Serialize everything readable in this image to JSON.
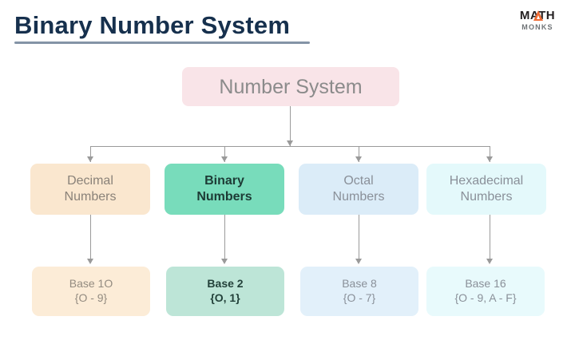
{
  "page": {
    "title": "Binary Number System",
    "background": "#ffffff",
    "title_color": "#16304d",
    "underline_color": "#8494a6"
  },
  "logo": {
    "name": "math-monks-logo",
    "top_text": "MATH",
    "bottom_text": "MONKS",
    "accent_color": "#ef6b33"
  },
  "diagram": {
    "type": "tree",
    "root": {
      "id": "number-system",
      "label": "Number System",
      "fill": "#f9e4e8",
      "text_color": "#8b8b8b",
      "highlighted": false
    },
    "categories": [
      {
        "id": "decimal",
        "label_line1": "Decimal",
        "label_line2": "Numbers",
        "fill": "#fae7cf",
        "text_color": "#8a8279",
        "highlighted": false
      },
      {
        "id": "binary",
        "label_line1": "Binary",
        "label_line2": "Numbers",
        "fill": "#78dcbb",
        "text_color": "#1d3b35",
        "highlighted": true
      },
      {
        "id": "octal",
        "label_line1": "Octal",
        "label_line2": "Numbers",
        "fill": "#dbecf8",
        "text_color": "#8a9099",
        "highlighted": false
      },
      {
        "id": "hexadecimal",
        "label_line1": "Hexadecimal",
        "label_line2": "Numbers",
        "fill": "#e4f9fb",
        "text_color": "#8a9099",
        "highlighted": false
      }
    ],
    "bases": [
      {
        "id": "base-10",
        "label_line1": "Base 1O",
        "label_line2": "{O - 9}",
        "fill": "#fcecd7",
        "text_color": "#938b80",
        "highlighted": false
      },
      {
        "id": "base-2",
        "label_line1": "Base 2",
        "label_line2": "{O, 1}",
        "fill": "#bde5d7",
        "text_color": "#23413a",
        "highlighted": true
      },
      {
        "id": "base-8",
        "label_line1": "Base 8",
        "label_line2": "{O - 7}",
        "fill": "#e2f0fa",
        "text_color": "#8a9099",
        "highlighted": false
      },
      {
        "id": "base-16",
        "label_line1": "Base 16",
        "label_line2": "{O - 9, A - F}",
        "fill": "#e8fafc",
        "text_color": "#8a9099",
        "highlighted": false
      }
    ],
    "connector_color": "#9a9a9a"
  }
}
